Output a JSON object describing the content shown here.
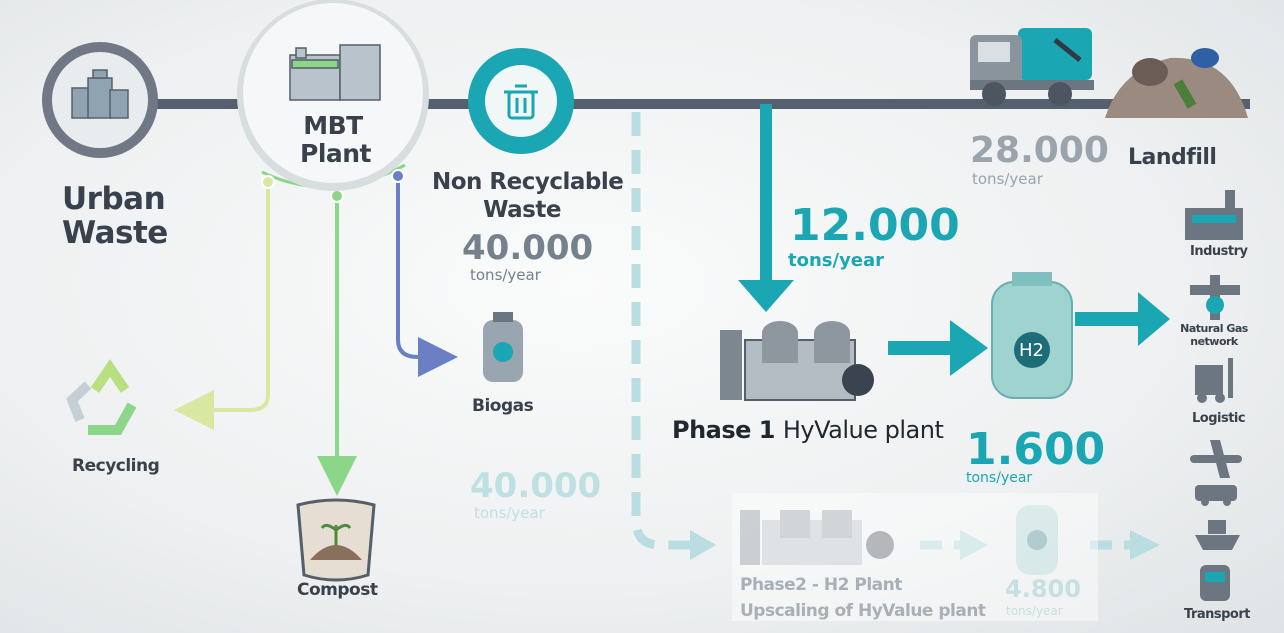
{
  "urban_waste": {
    "label_line1": "Urban",
    "label_line2": "Waste"
  },
  "mbt_plant": {
    "label_line1": "MBT",
    "label_line2": "Plant"
  },
  "non_recyclable": {
    "label_line1": "Non Recyclable",
    "label_line2": "Waste",
    "amount": "40.000",
    "unit": "tons/year"
  },
  "landfill": {
    "label": "Landfill",
    "amount": "28.000",
    "unit": "tons/year"
  },
  "hyvalue_input": {
    "amount": "12.000",
    "unit": "tons/year"
  },
  "biogas": {
    "label": "Biogas"
  },
  "recycling": {
    "label": "Recycling"
  },
  "compost": {
    "label": "Compost"
  },
  "compost_amount": {
    "amount": "40.000",
    "unit": "tons/year"
  },
  "phase1": {
    "label_bold": "Phase 1",
    "label_rest": "HyValue plant"
  },
  "h2_output": {
    "amount": "1.600",
    "unit": "tons/year",
    "cylinder_label": "H2"
  },
  "phase2": {
    "label_line1": "Phase2 - H2 Plant",
    "label_line2": "Upscaling of HyValue plant",
    "amount": "4.800",
    "unit": "tons/year"
  },
  "uses": [
    {
      "label": "Industry"
    },
    {
      "label": "Natural Gas network"
    },
    {
      "label": "Logistic"
    },
    {
      "label": "Transport"
    }
  ],
  "colors": {
    "teal": "#1aa7b3",
    "slate": "#55606e",
    "light_teal": "#b9dde1",
    "green": "#8cd68a",
    "lime": "#d8e8a0",
    "blue": "#6a7fc4"
  }
}
